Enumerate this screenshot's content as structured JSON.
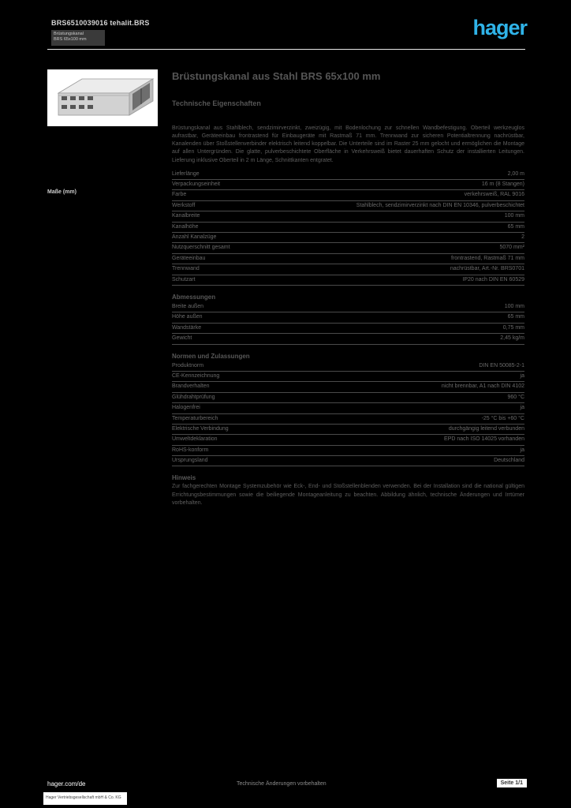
{
  "colors": {
    "background": "#000000",
    "accent_blue": "#2FB3E8",
    "text_gray": "#5E5E5E",
    "rule_gray": "#4A4A4A"
  },
  "header": {
    "line1": "BRS6510039016 tehalit.BRS",
    "box_line1": "Brüstungskanal",
    "box_line2": "BRS 65x100 mm",
    "logo_text": "hager"
  },
  "product": {
    "title": "Brüstungskanal aus Stahl BRS 65x100 mm",
    "image_caption": "Maße (mm)",
    "image_icon": "cable-trunking-3d-drawing"
  },
  "specs": {
    "heading": "Technische Eigenschaften",
    "sections": [
      {
        "type": "paragraph",
        "title": "",
        "text": "Brüstungskanal aus Stahlblech, sendzimirverzinkt, zweizügig, mit Bodenlochung zur schnellen Wandbefestigung. Oberteil werkzeuglos aufrastbar, Geräteeinbau frontrastend für Einbaugeräte mit Rastmaß 71 mm. Trennwand zur sicheren Potentialtrennung nachrüstbar, Kanalenden über Stoßstellenverbinder elektrisch leitend koppelbar. Die Unterteile sind im Raster 25 mm gelocht und ermöglichen die Montage auf allen Untergründen. Die glatte, pulverbeschichtete Oberfläche in Verkehrsweiß bietet dauerhaften Schutz der installierten Leitungen. Lieferung inklusive Oberteil in 2 m Länge, Schnittkanten entgratet."
      },
      {
        "type": "rows",
        "title": "",
        "rows": [
          {
            "label": "Lieferlänge",
            "value": "2,00 m"
          },
          {
            "label": "Verpackungseinheit",
            "value": "16 m (8 Stangen)"
          },
          {
            "label": "Farbe",
            "value": "verkehrsweiß, RAL 9016"
          },
          {
            "label": "Werkstoff",
            "value": "Stahlblech, sendzimirverzinkt nach DIN EN 10346, pulverbeschichtet"
          },
          {
            "label": "Kanalbreite",
            "value": "100 mm"
          },
          {
            "label": "Kanalhöhe",
            "value": "65 mm"
          },
          {
            "label": "Anzahl Kanalzüge",
            "value": "2"
          },
          {
            "label": "Nutzquerschnitt gesamt",
            "value": "5070 mm²"
          },
          {
            "label": "Geräteeinbau",
            "value": "frontrastend, Rastmaß 71 mm"
          },
          {
            "label": "Trennwand",
            "value": "nachrüstbar, Art.-Nr. BRS0701"
          },
          {
            "label": "Schutzart",
            "value": "IP20 nach DIN EN 60529"
          }
        ]
      },
      {
        "type": "rows",
        "title": "Abmessungen",
        "rows": [
          {
            "label": "Breite außen",
            "value": "100 mm"
          },
          {
            "label": "Höhe außen",
            "value": "65 mm"
          },
          {
            "label": "Wandstärke",
            "value": "0,75 mm"
          },
          {
            "label": "Gewicht",
            "value": "2,45 kg/m"
          }
        ]
      },
      {
        "type": "rows",
        "title": "Normen und Zulassungen",
        "rows": [
          {
            "label": "Produktnorm",
            "value": "DIN EN 50085-2-1"
          },
          {
            "label": "CE-Kennzeichnung",
            "value": "ja"
          },
          {
            "label": "Brandverhalten",
            "value": "nicht brennbar, A1 nach DIN 4102"
          },
          {
            "label": "Glühdrahtprüfung",
            "value": "960 °C"
          },
          {
            "label": "Halogenfrei",
            "value": "ja"
          },
          {
            "label": "Temperaturbereich",
            "value": "-25 °C bis +60 °C"
          },
          {
            "label": "Elektrische Verbindung",
            "value": "durchgängig leitend verbunden"
          },
          {
            "label": "Umweltdeklaration",
            "value": "EPD nach ISO 14025 vorhanden"
          },
          {
            "label": "RoHS-konform",
            "value": "ja"
          },
          {
            "label": "Ursprungsland",
            "value": "Deutschland"
          }
        ]
      },
      {
        "type": "paragraph",
        "title": "Hinweis",
        "text": "Zur fachgerechten Montage Systemzubehör wie Eck-, End- und Stoßstellenblenden verwenden. Bei der Installation sind die national gültigen Errichtungsbestimmungen sowie die beiliegende Montageanleitung zu beachten. Abbildung ähnlich, technische Änderungen und Irrtümer vorbehalten."
      }
    ]
  },
  "footer": {
    "website": "hager.com/de",
    "note": "Technische Änderungen vorbehalten",
    "page_label": "Seite 1/1",
    "company": "Hager Vertriebsgesellschaft mbH & Co. KG"
  }
}
